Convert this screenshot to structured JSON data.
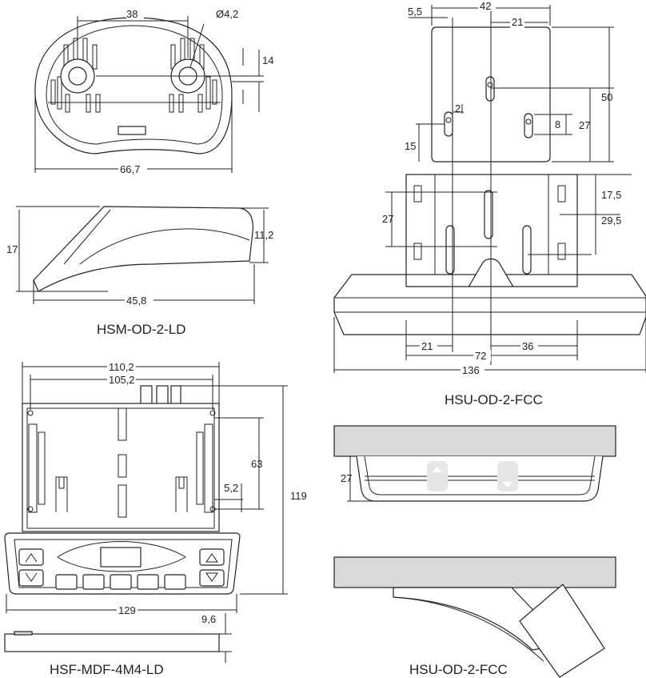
{
  "captions": {
    "hsm_od": "HSM-OD-2-LD",
    "hsu_od_top": "HSU-OD-2-FCC",
    "hsf_mdf": "HSF-MDF-4M4-LD",
    "hsu_od_bottom": "HSU-OD-2-FCC"
  },
  "dims": {
    "hsm_38": "38",
    "hsm_hole": "Ø4,2",
    "hsm_14": "14",
    "hsm_66_7": "66,7",
    "hsm_17": "17",
    "hsm_11_2": "11,2",
    "hsm_45_8": "45,8",
    "hsu_5_5": "5,5",
    "hsu_42": "42",
    "hsu_21_top": "21",
    "hsu_50": "50",
    "hsu_2": "2",
    "hsu_8": "8",
    "hsu_27_right": "27",
    "hsu_15": "15",
    "hsu_17_5": "17,5",
    "hsu_29_5": "29,5",
    "hsu_27_left": "27",
    "hsu_21_bottom": "21",
    "hsu_36": "36",
    "hsu_72": "72",
    "hsu_136": "136",
    "hsf_110_2": "110,2",
    "hsf_105_2": "105,2",
    "hsf_63": "63",
    "hsf_5_2": "5,2",
    "hsf_119": "119",
    "hsf_129": "129",
    "hsf_9_6": "9,6",
    "hsu_side_27": "27"
  }
}
